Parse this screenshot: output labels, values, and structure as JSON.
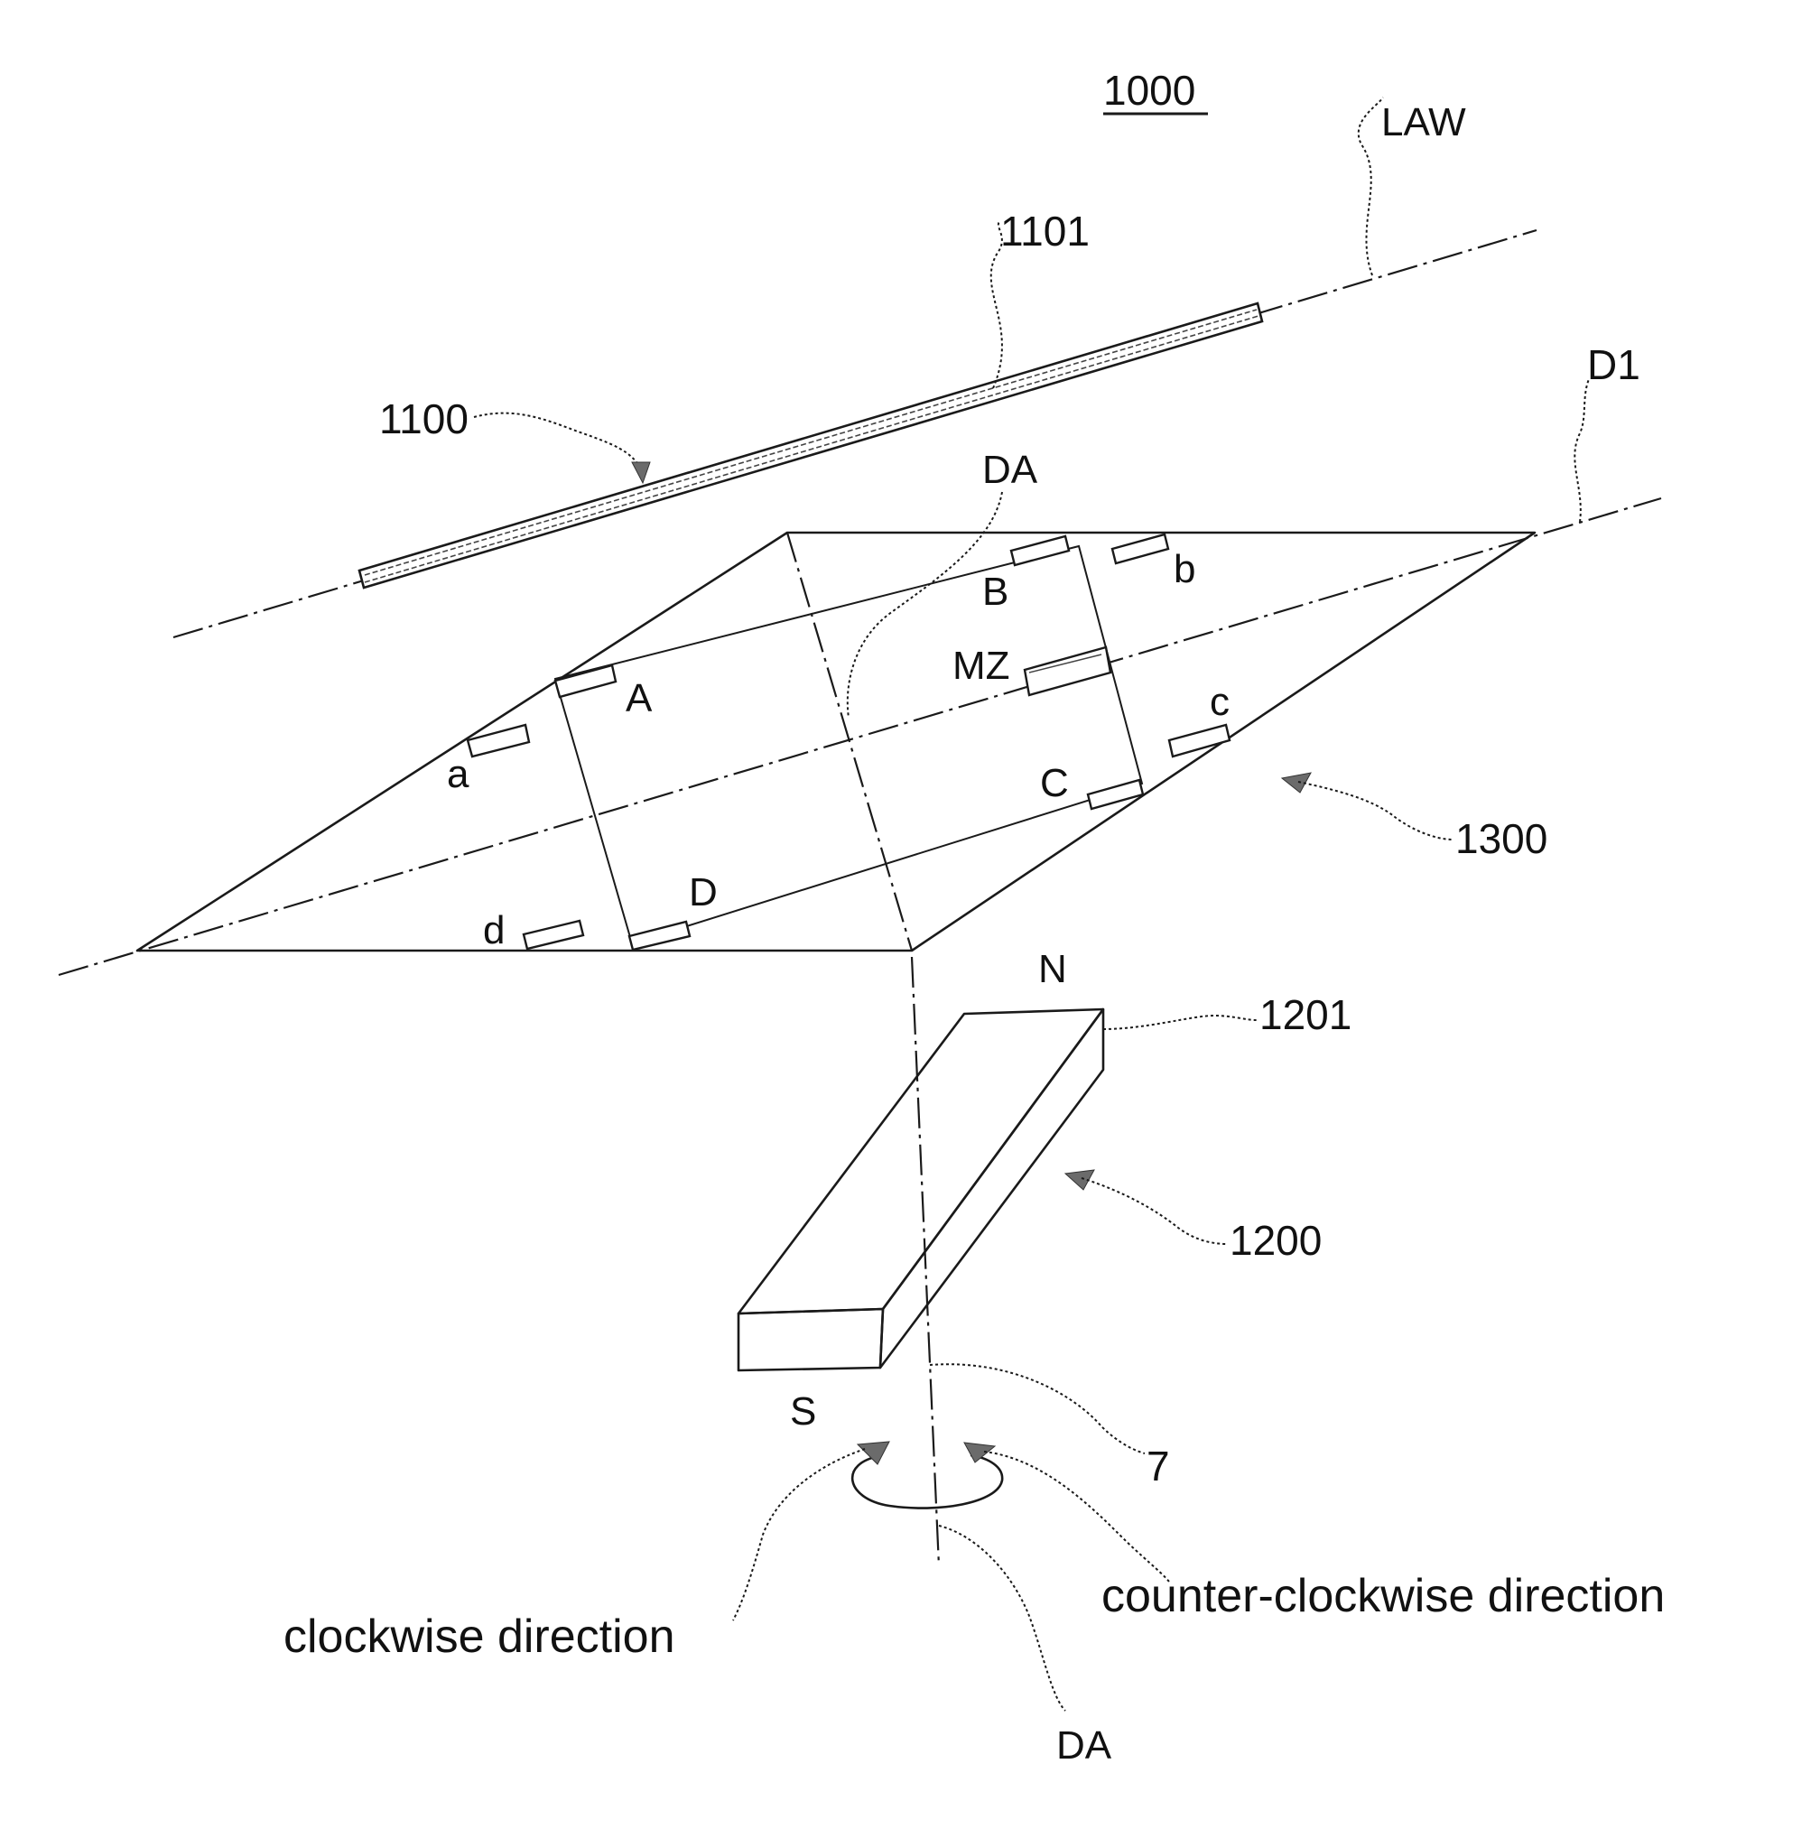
{
  "figure": {
    "number": "1000",
    "labels": {
      "law": "LAW",
      "shaft_1101": "1101",
      "assembly_1100": "1100",
      "d1": "D1",
      "da_top": "DA",
      "sensor_b": "b",
      "sensor_B": "B",
      "mz": "MZ",
      "sensor_A": "A",
      "sensor_c": "c",
      "sensor_a": "a",
      "sensor_C": "C",
      "board_1300": "1300",
      "sensor_d": "d",
      "sensor_D": "D",
      "north": "N",
      "magnet_1201": "1201",
      "magnet_1200": "1200",
      "south": "S",
      "rotation_7": "7",
      "da_bottom": "DA"
    },
    "captions": {
      "clockwise": "clockwise direction",
      "counter_clockwise": "counter-clockwise direction"
    }
  }
}
